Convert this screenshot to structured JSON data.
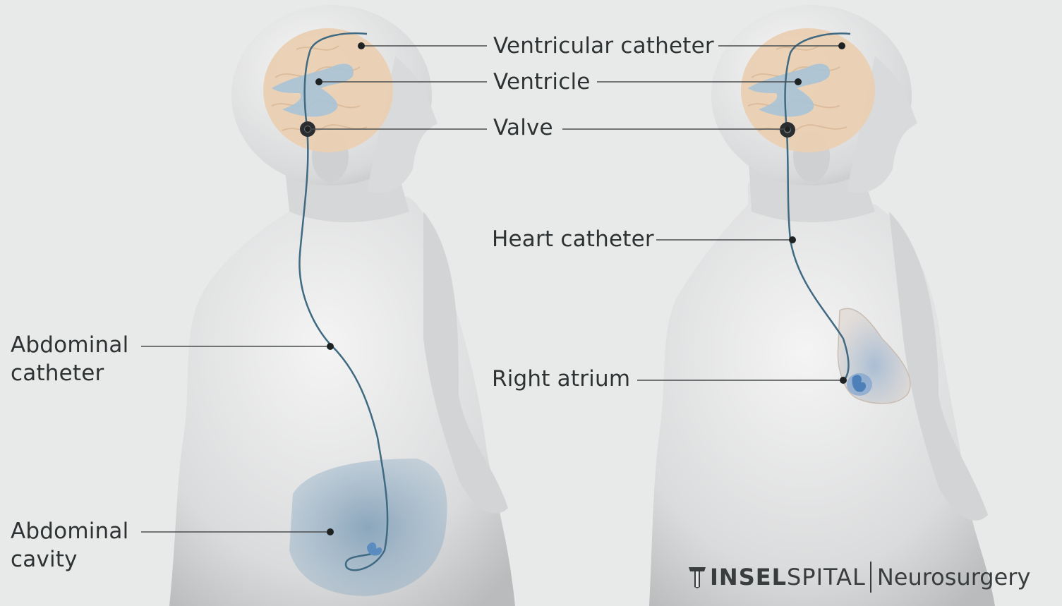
{
  "labels": {
    "ventricular_catheter": "Ventricular catheter",
    "ventricle": "Ventricle",
    "valve": "Valve",
    "heart_catheter": "Heart catheter",
    "right_atrium": "Right atrium",
    "abdominal_catheter_line1": "Abdominal",
    "abdominal_catheter_line2": "catheter",
    "abdominal_cavity_line1": "Abdominal",
    "abdominal_cavity_line2": "cavity"
  },
  "branding": {
    "logo": "inselspital-logo",
    "name_bold": "INSEL",
    "name_light": "SPITAL",
    "department": "Neurosurgery"
  },
  "colors": {
    "background": "#e8eaea",
    "body": "#d9dadb",
    "brain": "#ead0b3",
    "ventricle": "#a9c3d6",
    "catheter": "#3f6a82",
    "abdomen": "#7fa2bd",
    "leader": "#4a4d4e"
  }
}
